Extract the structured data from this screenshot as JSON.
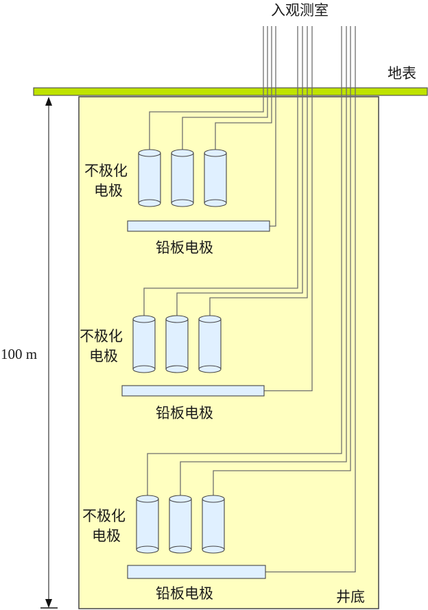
{
  "labels": {
    "observation_room": "入观测室",
    "ground_surface": "地表",
    "well_bottom": "井底",
    "depth": "100 m"
  },
  "electrode_groups": [
    {
      "nonpolarizing_label_line1": "不极化",
      "nonpolarizing_label_line2": "电极",
      "lead_plate_label": "铅板电极",
      "nonpolarizing_count": 3
    },
    {
      "nonpolarizing_label_line1": "不极化",
      "nonpolarizing_label_line2": "电极",
      "lead_plate_label": "铅板电极",
      "nonpolarizing_count": 3
    },
    {
      "nonpolarizing_label_line1": "不极化",
      "nonpolarizing_label_line2": "电极",
      "lead_plate_label": "铅板电极",
      "nonpolarizing_count": 3
    }
  ],
  "colors": {
    "ground": "#bfe300",
    "well": "#ffffc0",
    "electrode_fill": "#e0f0ff",
    "wire": "#6e6e6e",
    "outline": "#444444"
  }
}
